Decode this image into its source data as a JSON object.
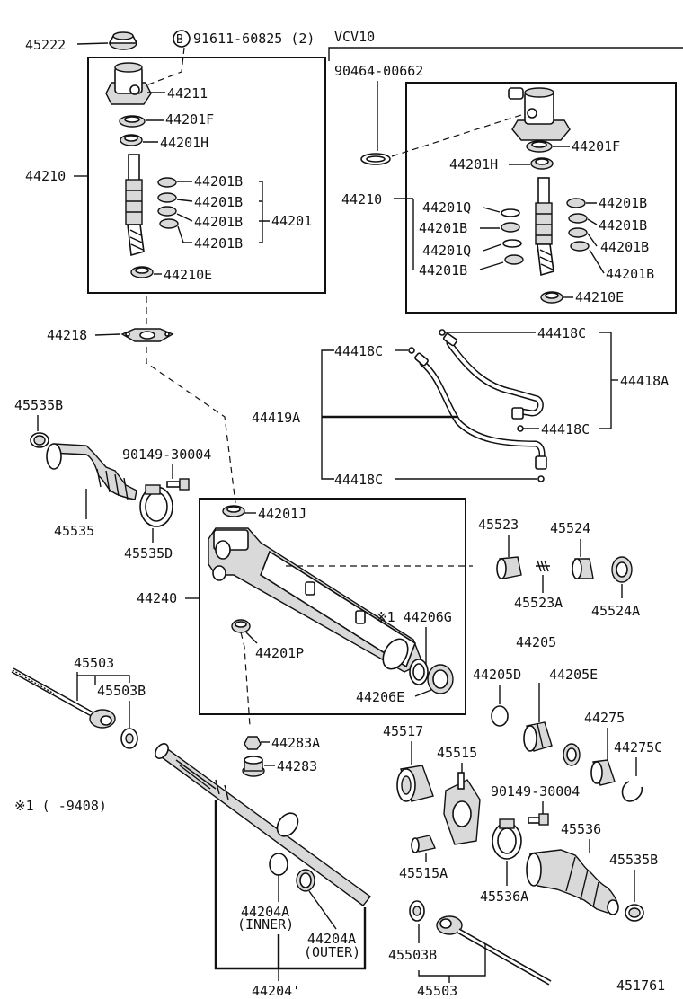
{
  "variant": "VCV10",
  "labels": {
    "p45222": "45222",
    "p91611": "91611-60825 (2)",
    "p91611_badge": "B",
    "p44211": "44211",
    "p44201F_l": "44201F",
    "p44201H_l": "44201H",
    "p44210_l": "44210",
    "p44201B_l1": "44201B",
    "p44201B_l2": "44201B",
    "p44201B_l3": "44201B",
    "p44201B_l4": "44201B",
    "p44201_l": "44201",
    "p44210E_l": "44210E",
    "p90464": "90464-00662",
    "p44201F_r": "44201F",
    "p44201H_r": "44201H",
    "p44210_r": "44210",
    "p44201Q_1": "44201Q",
    "p44201B_r1": "44201B",
    "p44201Q_2": "44201Q",
    "p44201B_r2": "44201B",
    "p44201B_r3": "44201B",
    "p44201B_r4": "44201B",
    "p44201B_r5": "44201B",
    "p44201B_r6": "44201B",
    "p44210E_r": "44210E",
    "p44218": "44218",
    "p44418C_1": "44418C",
    "p44418C_2": "44418C",
    "p44418A": "44418A",
    "p44419A": "44419A",
    "p44418C_3": "44418C",
    "p44418C_4": "44418C",
    "p45535B_l": "45535B",
    "p90149_l": "90149-30004",
    "p45535": "45535",
    "p45535D": "45535D",
    "p44201J": "44201J",
    "p44240": "44240",
    "p44206G": "※1 44206G",
    "p44201P": "44201P",
    "p44206E": "44206E",
    "p45523": "45523",
    "p45524": "45524",
    "p45523A": "45523A",
    "p45524A": "45524A",
    "p44205": "44205",
    "p44205D": "44205D",
    "p44205E": "44205E",
    "p44275": "44275",
    "p44275C": "44275C",
    "p45503_l": "45503",
    "p45503B_l": "45503B",
    "p44283A": "44283A",
    "p44283": "44283",
    "footnote": "※1 (     -9408)",
    "p45517": "45517",
    "p45515": "45515",
    "p90149_r": "90149-30004",
    "p45536": "45536",
    "p45535B_r": "45535B",
    "p45515A": "45515A",
    "p45536A": "45536A",
    "p44204A_inner": "44204A",
    "p44204A_inner2": "(INNER)",
    "p44204A_outer": "44204A",
    "p44204A_outer2": "(OUTER)",
    "p44204": "44204'",
    "p45503B_r": "45503B",
    "p45503_r": "45503",
    "diagram_no": "451761"
  }
}
